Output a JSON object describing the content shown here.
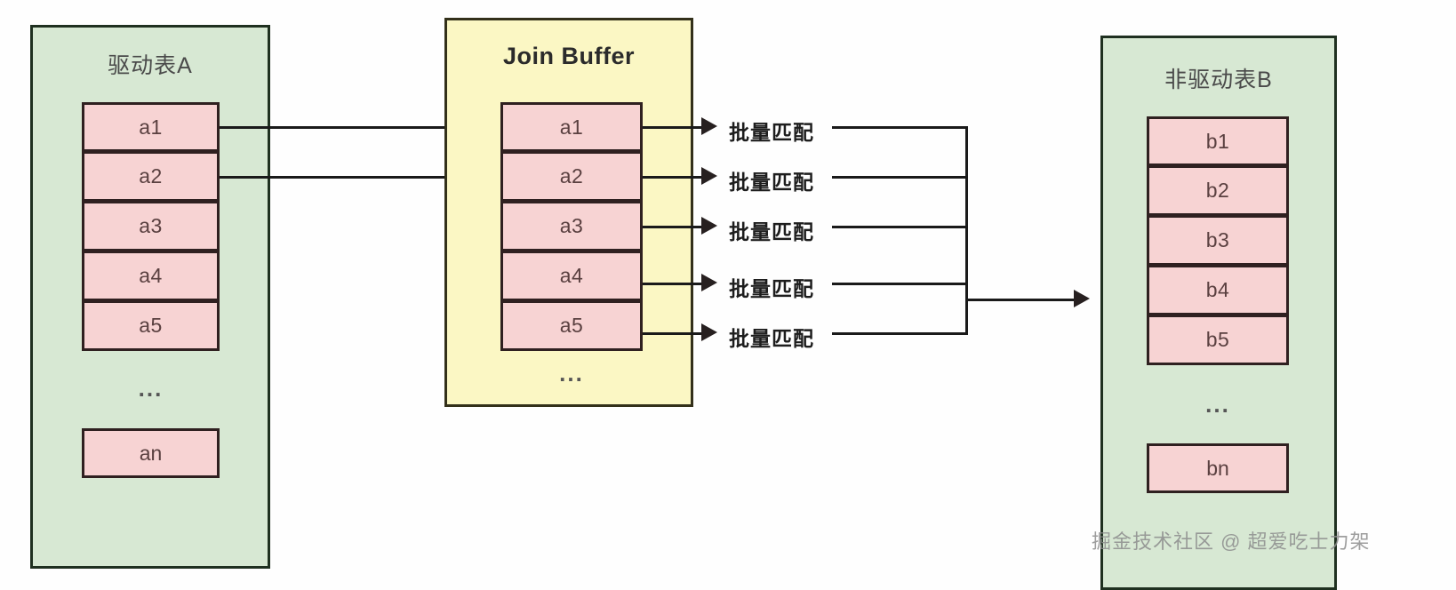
{
  "diagram": {
    "title_driving_table": "驱动表A",
    "title_join_buffer": "Join Buffer",
    "title_non_driving_table": "非驱动表B",
    "ellipsis": "...",
    "watermark": "掘金技术社区 @ 超爱吃士力架"
  },
  "colors": {
    "table_fill": "#d7e8d3",
    "table_border": "#1f3020",
    "buffer_fill": "#fbf7c4",
    "buffer_border": "#33301a",
    "cell_fill": "#f7d3d3",
    "cell_border": "#2f2020",
    "line": "#1a1a1a",
    "label_text": "#1d1d1d",
    "watermark_text": "#8d8d8d"
  },
  "driving_table": {
    "name": "驱动表A",
    "rows": [
      "a1",
      "a2",
      "a3",
      "a4",
      "a5"
    ],
    "tail_row": "an"
  },
  "join_buffer": {
    "name": "Join Buffer",
    "rows": [
      "a1",
      "a2",
      "a3",
      "a4",
      "a5"
    ]
  },
  "non_driving_table": {
    "name": "非驱动表B",
    "rows": [
      "b1",
      "b2",
      "b3",
      "b4",
      "b5"
    ],
    "tail_row": "bn"
  },
  "batch_match_labels": [
    "批量匹配",
    "批量匹配",
    "批量匹配",
    "批量匹配",
    "批量匹配"
  ]
}
